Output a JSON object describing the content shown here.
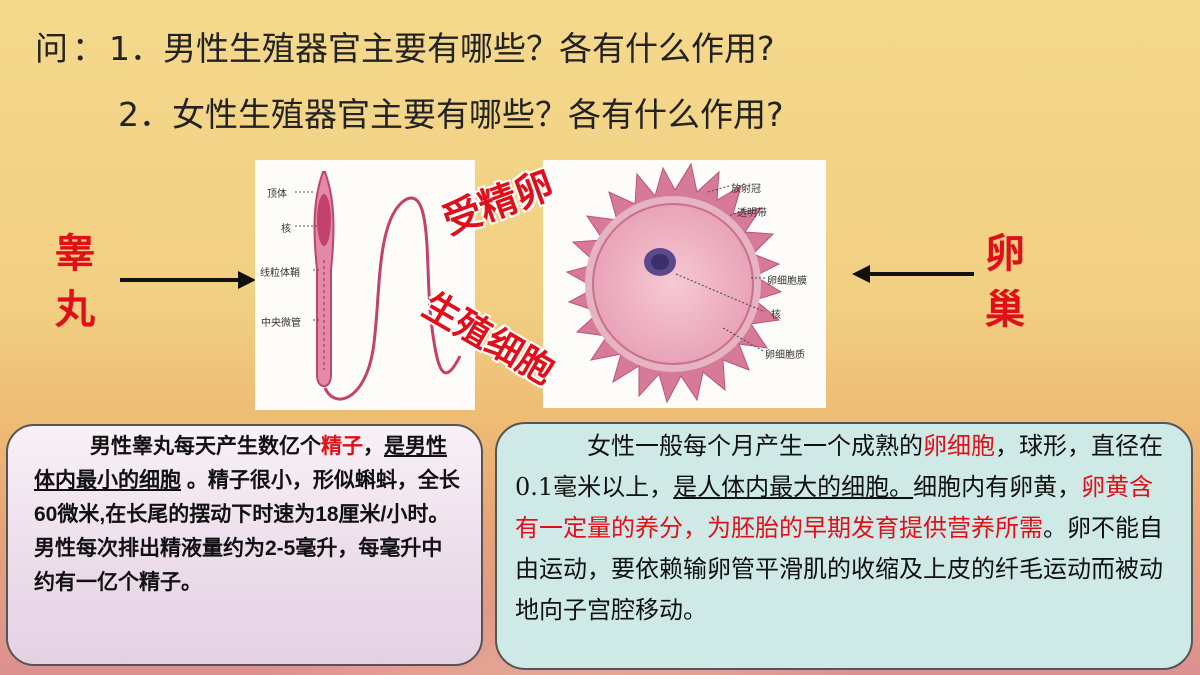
{
  "questions": {
    "prefix": "问：",
    "q1": "1．男性生殖器官主要有哪些？各有什么作用?",
    "q2": "2．女性生殖器官主要有哪些？各有什么作用?"
  },
  "labels": {
    "testis_line1": "睾",
    "testis_line2": "丸",
    "ovary_line1": "卵",
    "ovary_line2": "巢",
    "zygote": "受精卵",
    "germ_cell": "生殖细胞"
  },
  "sperm_diagram": {
    "parts": [
      "顶体",
      "核",
      "线粒体鞘",
      "中央微管"
    ]
  },
  "egg_diagram": {
    "parts": [
      "放射冠",
      "透明带",
      "卵细胞膜",
      "核",
      "卵细胞质"
    ]
  },
  "male_text": {
    "s1": "男性睾丸每天产生数亿个",
    "s2_red": "精子",
    "s3": "，",
    "s4_ul": "是男性体内最小的细胞",
    "s5": " 。精子很小，形似蝌蚪，全长60微米,在长尾的摆动下时速为18厘米/小时。男性每次排出精液量约为2-5毫升，每毫升中约有一亿个精子。"
  },
  "female_text": {
    "s1": "女性一般每个月产生一个成熟的",
    "s2_red": "卵细胞",
    "s3": "，球形，直径在0.1毫米以上，",
    "s4_ul": "是人体内最大的细胞。",
    "s5": "细胞内有卵黄，",
    "s6_red": "卵黄含有一定量的养分，为胚胎的早期发育提供营养所需",
    "s7": "。卵不能自由运动，要依赖输卵管平滑肌的收缩及上皮的纤毛运动而被动地向子宫腔移动。"
  },
  "colors": {
    "accent_red": "#e0101a",
    "right_box_bg": "#cfeae6",
    "left_box_bg": "#ebdcea"
  }
}
